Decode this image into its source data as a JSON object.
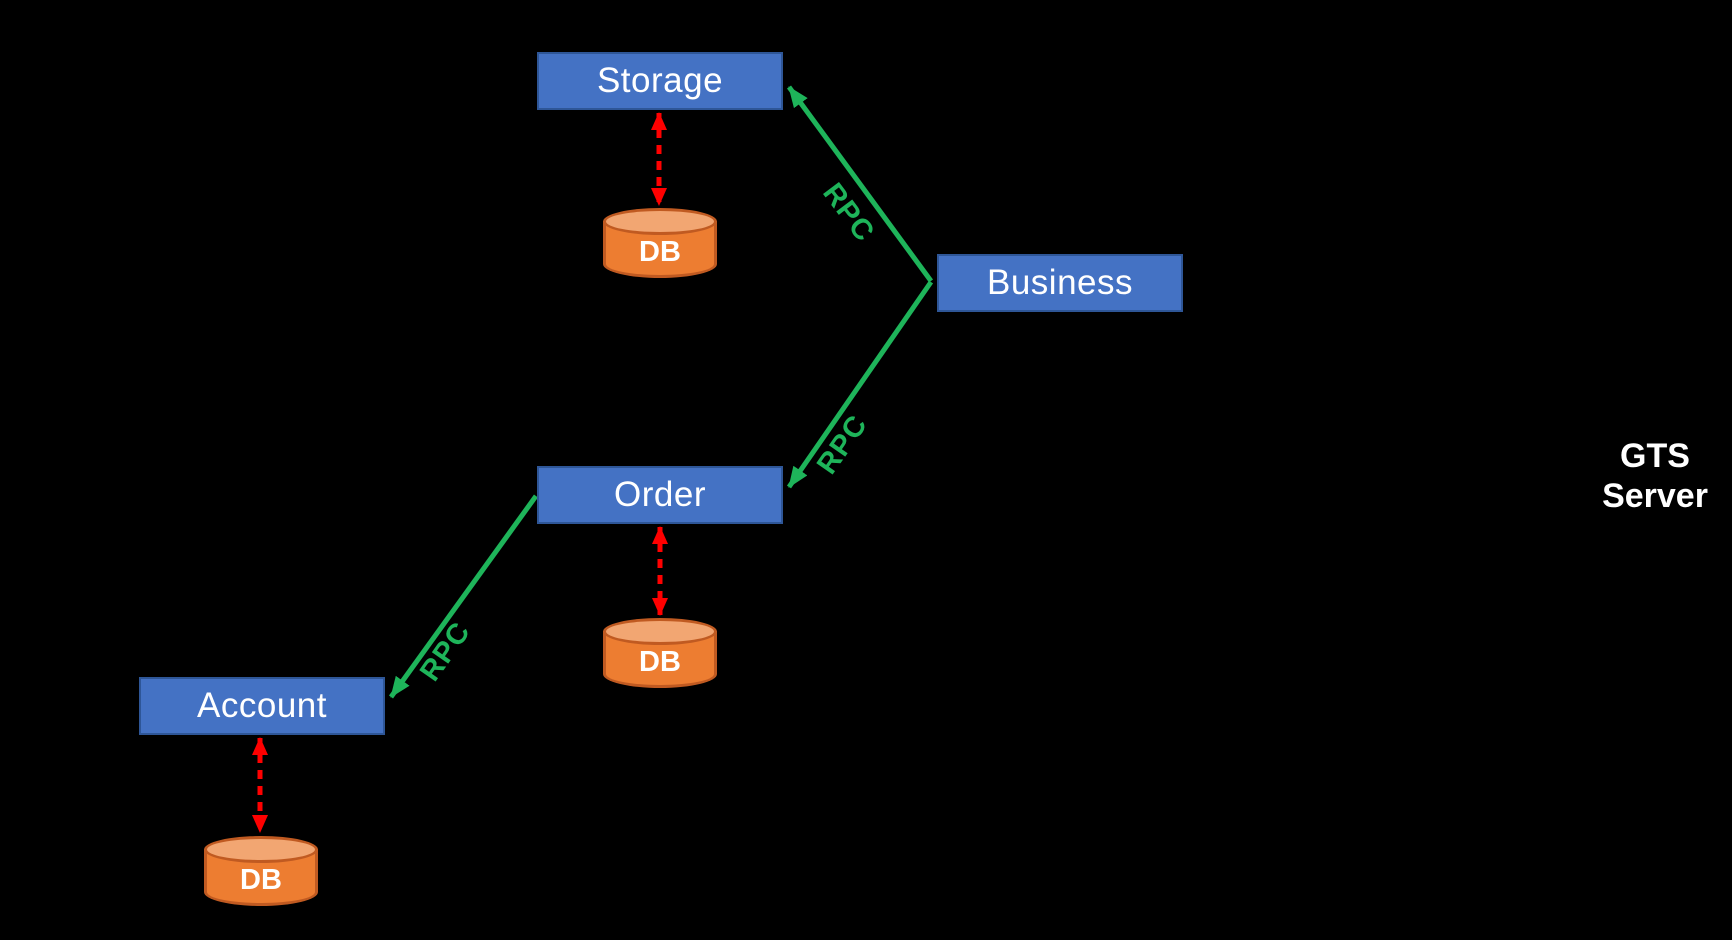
{
  "diagram": {
    "nodes": {
      "storage": {
        "label": "Storage"
      },
      "business": {
        "label": "Business"
      },
      "order": {
        "label": "Order"
      },
      "account": {
        "label": "Account"
      }
    },
    "databases": {
      "storage_db": {
        "label": "DB"
      },
      "order_db": {
        "label": "DB"
      },
      "account_db": {
        "label": "DB"
      }
    },
    "edges": {
      "business_to_storage": {
        "label": "RPC",
        "type": "rpc-call",
        "style": "solid-green-arrow"
      },
      "business_to_order": {
        "label": "RPC",
        "type": "rpc-call",
        "style": "solid-green-arrow"
      },
      "order_to_account": {
        "label": "RPC",
        "type": "rpc-call",
        "style": "solid-green-arrow"
      },
      "storage_to_db": {
        "type": "db-link",
        "style": "red-dashed-double-arrow"
      },
      "order_to_db": {
        "type": "db-link",
        "style": "red-dashed-double-arrow"
      },
      "account_to_db": {
        "type": "db-link",
        "style": "red-dashed-double-arrow"
      }
    },
    "side_label": {
      "line1": "GTS",
      "line2": "Server"
    },
    "colors": {
      "background": "#000000",
      "node_fill": "#4472C4",
      "node_border": "#2E5697",
      "node_text": "#FFFFFF",
      "db_body": "#ED7D31",
      "db_top": "#F2A672",
      "db_border": "#C05A21",
      "rpc_green": "#1EB45A",
      "db_link_red": "#FF0000"
    }
  }
}
